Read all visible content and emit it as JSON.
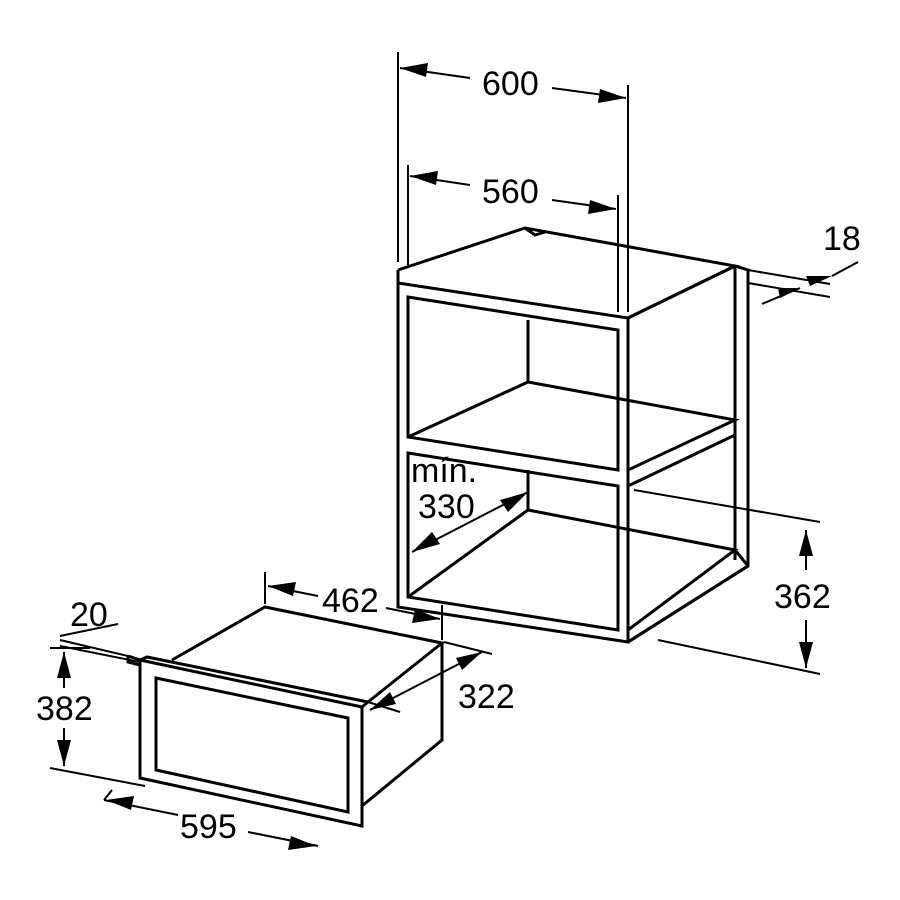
{
  "labels": {
    "cabinet_width_outer": "600",
    "cabinet_width_inner": "560",
    "panel_thickness": "18",
    "min_label": "mín.",
    "min_height": "330",
    "niche_height": "362",
    "oven_depth": "462",
    "frame_thickness": "20",
    "oven_height": "382",
    "oven_inner_depth": "322",
    "oven_width": "595"
  }
}
